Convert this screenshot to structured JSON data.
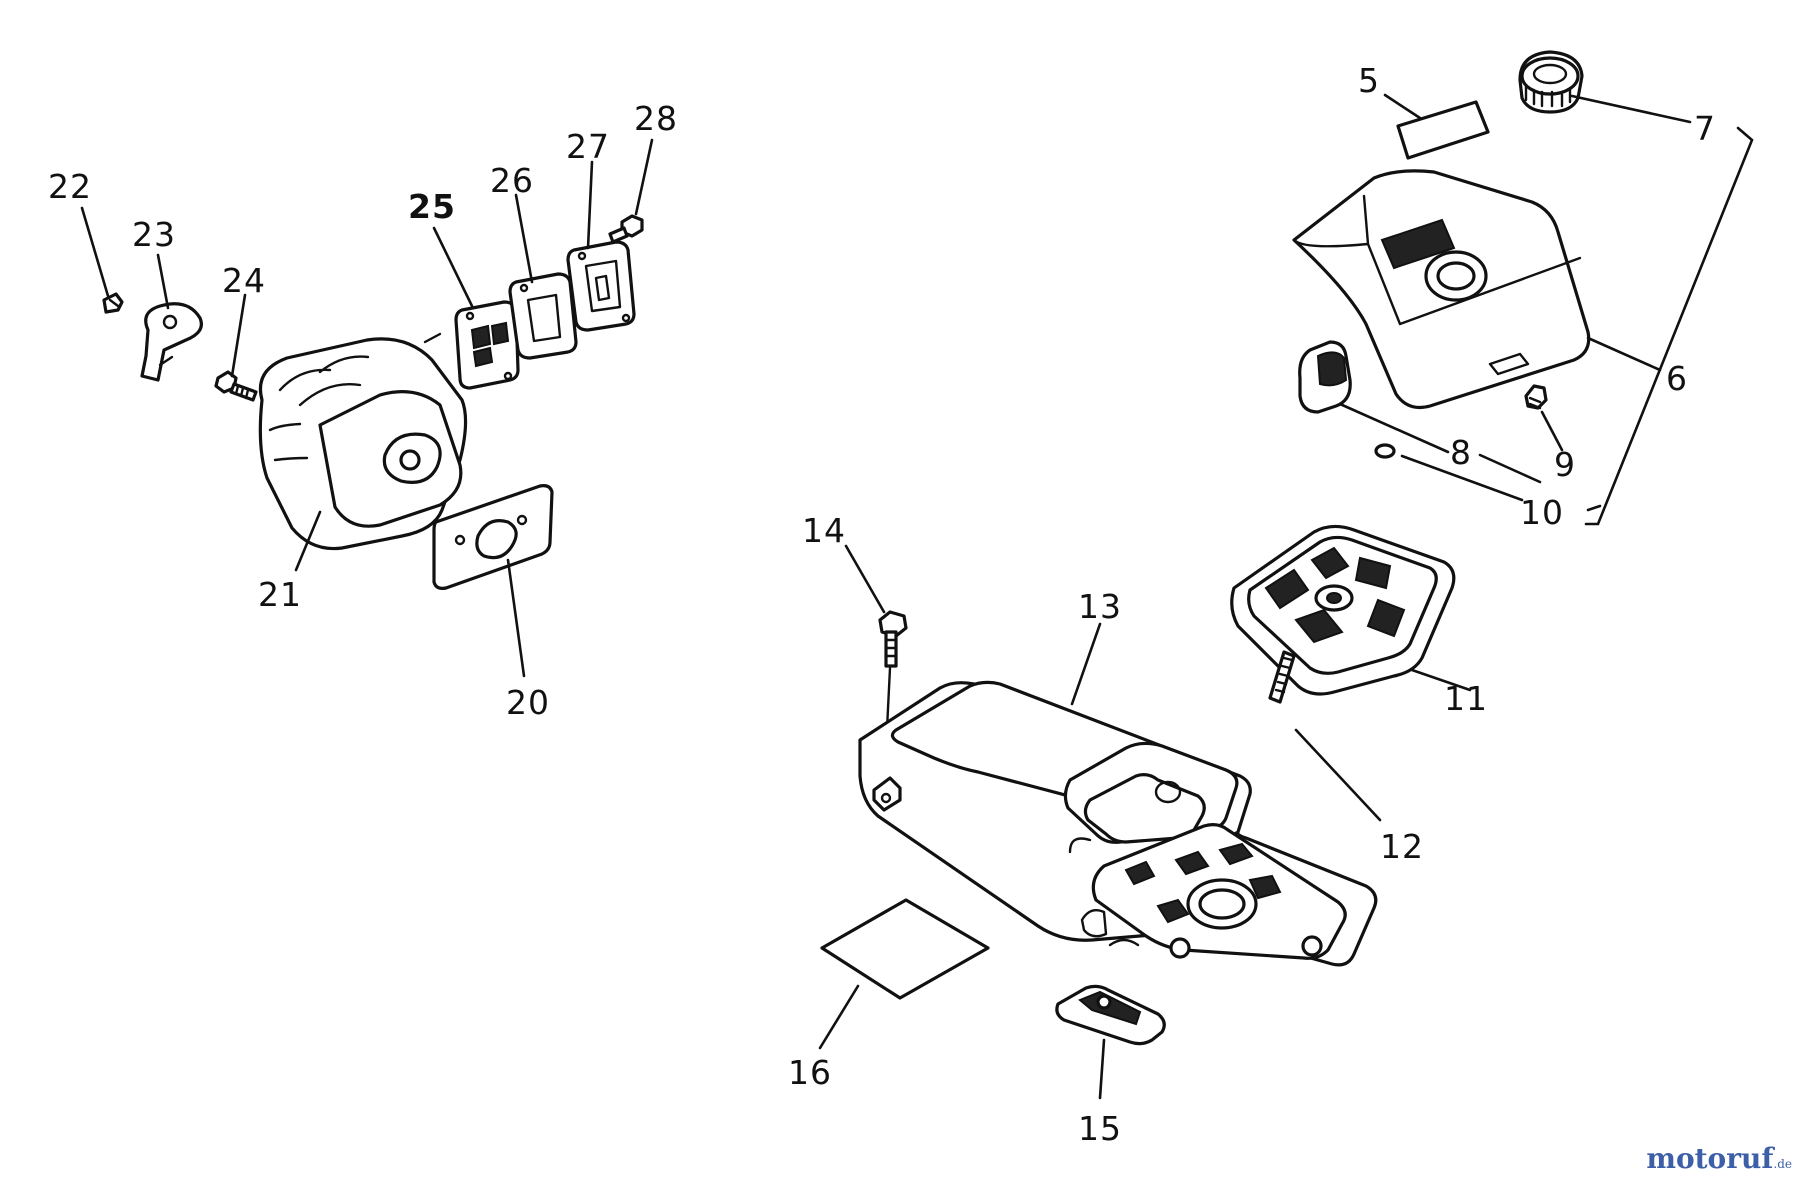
{
  "callouts": {
    "c5": "5",
    "c6": "6",
    "c7": "7",
    "c8": "8",
    "c9": "9",
    "c10": "10",
    "c11": "11",
    "c12": "12",
    "c13": "13",
    "c14": "14",
    "c15": "15",
    "c16": "16",
    "c20": "20",
    "c21": "21",
    "c22": "22",
    "c23": "23",
    "c24": "24",
    "c25": "25",
    "c26": "26",
    "c27": "27",
    "c28": "28"
  },
  "watermark": {
    "part_a": "motoruf",
    "part_b": "",
    "suffix": ".de"
  },
  "colors": {
    "line": "#111111",
    "background": "#ffffff",
    "watermark_blue": "#3d5fa8",
    "watermark_orange": "#b07a2c"
  }
}
